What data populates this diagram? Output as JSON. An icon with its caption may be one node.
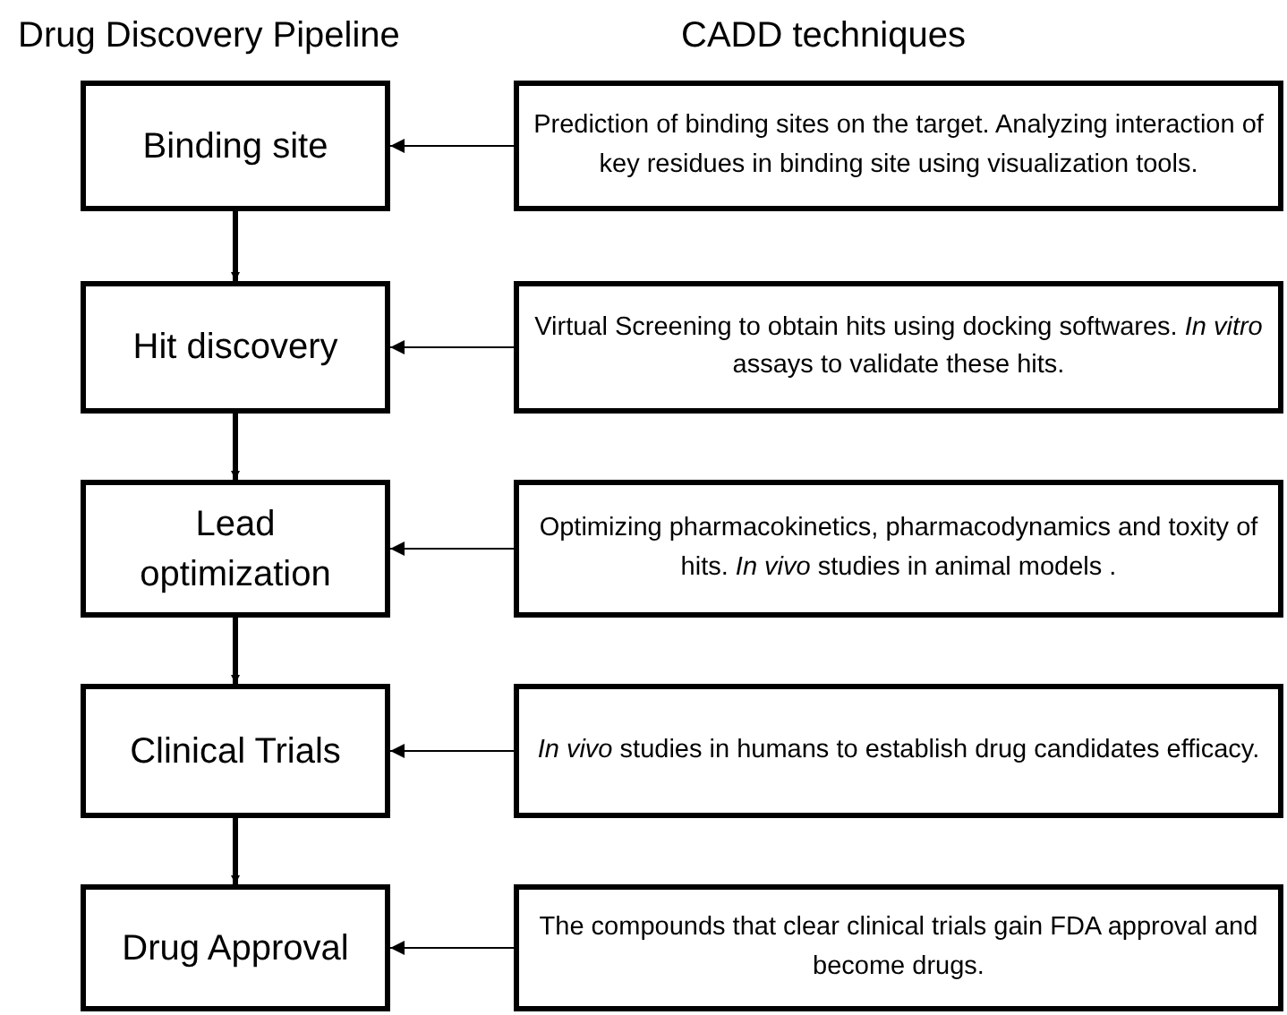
{
  "diagram": {
    "nodes": [
      {
        "text": [
          "Binding site"
        ]
      },
      {
        "text": [
          "Prediction of binding sites on the target. Analyzing interaction of key residues in binding site using visualization tools."
        ]
      },
      {
        "text": [
          "Hit discovery"
        ]
      },
      {
        "text": [
          "Virtual Screening to obtain hits using docking softwares. *In vitro* assays to validate these hits."
        ]
      },
      {
        "text": [
          "Lead optimization"
        ]
      },
      {
        "text": [
          "Optimizing pharmacokinetics, pharmacodynamics and toxity of hits. *In vivo* studies in animal models ."
        ]
      },
      {
        "text": [
          "Clinical Trials"
        ]
      },
      {
        "text": [
          "*In vivo* studies in humans to establish drug candidates efficacy."
        ]
      },
      {
        "text": [
          "Drug Approval"
        ]
      },
      {
        "text": [
          "The compounds that clear clinical trials gain FDA approval and become drugs."
        ]
      }
    ],
    "edges": [
      {
        "from": 1,
        "to": 0,
        "arrow": "to"
      },
      {
        "from": 0,
        "to": 2,
        "arrow": "to",
        "style": "thick"
      },
      {
        "from": 3,
        "to": 2,
        "arrow": "to"
      },
      {
        "from": 2,
        "to": 4,
        "arrow": "to",
        "style": "thick"
      },
      {
        "from": 5,
        "to": 4,
        "arrow": "to"
      },
      {
        "from": 4,
        "to": 6,
        "arrow": "to",
        "style": "thick"
      },
      {
        "from": 7,
        "to": 6,
        "arrow": "to"
      },
      {
        "from": 6,
        "to": 8,
        "arrow": "to",
        "style": "thick"
      },
      {
        "from": 9,
        "to": 8,
        "arrow": "to"
      }
    ],
    "labels": [
      "Drug Discovery Pipeline",
      "CADD techniques"
    ]
  }
}
